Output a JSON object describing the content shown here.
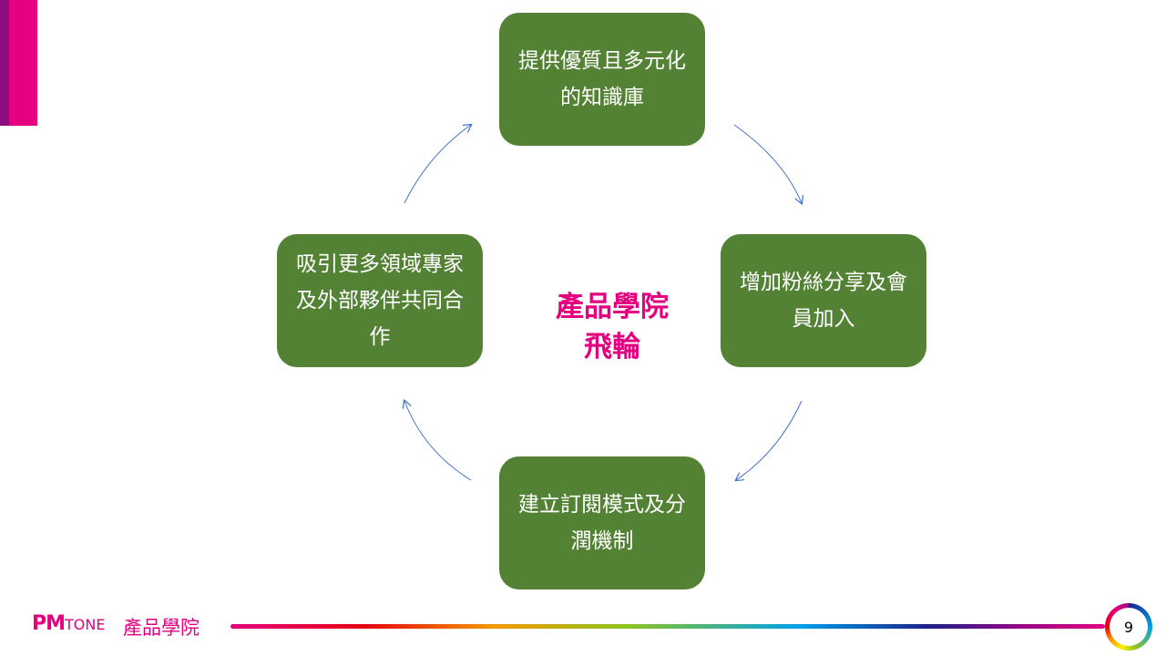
{
  "boxes": {
    "top": "提供優質且多元化的知識庫",
    "right": "增加粉絲分享及會員加入",
    "bottom": "建立訂閱模式及分潤機制",
    "left": "吸引更多領域專家及外部夥伴共同合作"
  },
  "center": {
    "line1": "產品學院",
    "line2": "飛輪"
  },
  "footer": {
    "logo_pm": "PM",
    "logo_tone": "TONE",
    "title": "產品學院",
    "page_number": "9"
  },
  "colors": {
    "box": "#548235",
    "accent": "#e4007f",
    "arrow": "#4472c4"
  }
}
